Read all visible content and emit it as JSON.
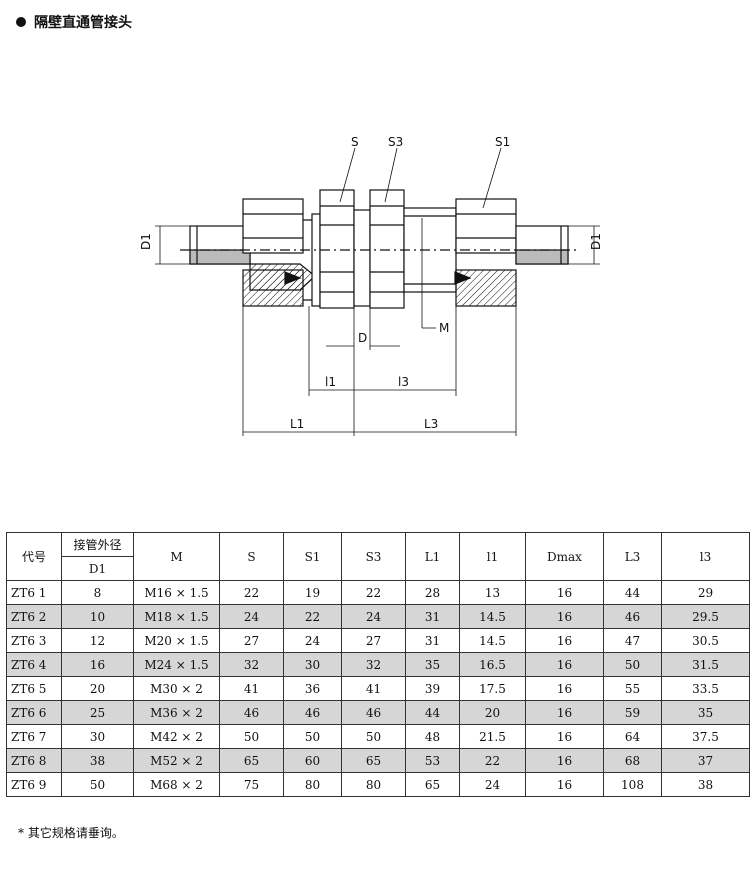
{
  "title": "隔壁直通管接头",
  "drawing": {
    "labels": {
      "S": "S",
      "S3": "S3",
      "S1": "S1",
      "D1_left": "D1",
      "D1_right": "D1",
      "D": "D",
      "M": "M",
      "l1": "l1",
      "l3": "l3",
      "L1": "L1",
      "L3": "L3"
    }
  },
  "table": {
    "header": {
      "code": "代号",
      "group": "接管外径",
      "d1": "D1",
      "cols": [
        "M",
        "S",
        "S1",
        "S3",
        "L1",
        "l1",
        "Dmax",
        "L3",
        "l3"
      ]
    },
    "rows": [
      [
        "ZT6  1",
        "8",
        "M16 × 1.5",
        "22",
        "19",
        "22",
        "28",
        "13",
        "16",
        "44",
        "29"
      ],
      [
        "ZT6  2",
        "10",
        "M18 × 1.5",
        "24",
        "22",
        "24",
        "31",
        "14.5",
        "16",
        "46",
        "29.5"
      ],
      [
        "ZT6  3",
        "12",
        "M20 × 1.5",
        "27",
        "24",
        "27",
        "31",
        "14.5",
        "16",
        "47",
        "30.5"
      ],
      [
        "ZT6  4",
        "16",
        "M24 × 1.5",
        "32",
        "30",
        "32",
        "35",
        "16.5",
        "16",
        "50",
        "31.5"
      ],
      [
        "ZT6  5",
        "20",
        "M30 × 2",
        "41",
        "36",
        "41",
        "39",
        "17.5",
        "16",
        "55",
        "33.5"
      ],
      [
        "ZT6  6",
        "25",
        "M36 × 2",
        "46",
        "46",
        "46",
        "44",
        "20",
        "16",
        "59",
        "35"
      ],
      [
        "ZT6  7",
        "30",
        "M42 × 2",
        "50",
        "50",
        "50",
        "48",
        "21.5",
        "16",
        "64",
        "37.5"
      ],
      [
        "ZT6  8",
        "38",
        "M52 × 2",
        "65",
        "60",
        "65",
        "53",
        "22",
        "16",
        "68",
        "37"
      ],
      [
        "ZT6  9",
        "50",
        "M68 × 2",
        "75",
        "80",
        "80",
        "65",
        "24",
        "16",
        "108",
        "38"
      ]
    ]
  },
  "footnote": "* 其它规格请垂询。"
}
